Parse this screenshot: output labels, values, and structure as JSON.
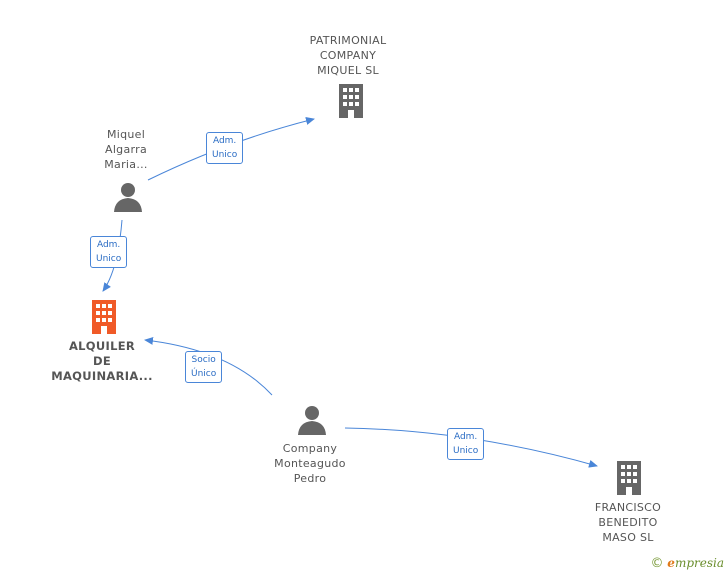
{
  "nodes": {
    "patrimonial": {
      "lines": [
        "PATRIMONIAL",
        "COMPANY",
        "MIQUEL  SL"
      ],
      "type": "company",
      "color": "#666666"
    },
    "miquel": {
      "lines": [
        "Miquel",
        "Algarra",
        "Maria..."
      ],
      "type": "person",
      "color": "#666666"
    },
    "alquiler": {
      "lines": [
        "ALQUILER",
        "DE",
        "MAQUINARIA..."
      ],
      "type": "company",
      "color": "#f05a28"
    },
    "company_pedro": {
      "lines": [
        "Company",
        "Monteagudo",
        "Pedro"
      ],
      "type": "person",
      "color": "#666666"
    },
    "francisco": {
      "lines": [
        "FRANCISCO",
        "BENEDITO",
        "MASO  SL"
      ],
      "type": "company",
      "color": "#666666"
    }
  },
  "edges": [
    {
      "from": "miquel",
      "to": "patrimonial",
      "label": [
        "Adm.",
        "Unico"
      ]
    },
    {
      "from": "miquel",
      "to": "alquiler",
      "label": [
        "Adm.",
        "Unico"
      ]
    },
    {
      "from": "company_pedro",
      "to": "alquiler",
      "label": [
        "Socio",
        "Único"
      ]
    },
    {
      "from": "company_pedro",
      "to": "francisco",
      "label": [
        "Adm.",
        "Unico"
      ]
    }
  ],
  "colors": {
    "edge": "#4a86d8",
    "edge_label_border": "#4a86d8",
    "edge_label_text": "#2a6cc4"
  },
  "watermark": {
    "copyright": "©",
    "brand_initial": "e",
    "brand_rest": "mpresia"
  }
}
